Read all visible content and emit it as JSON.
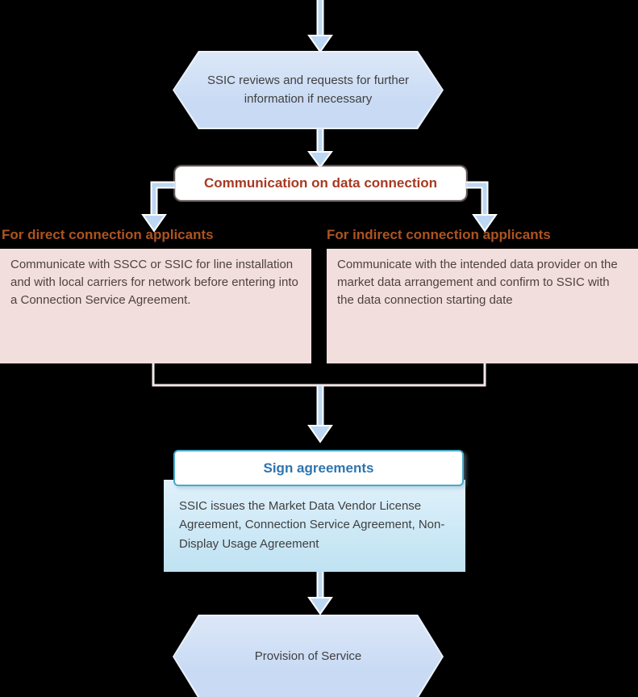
{
  "flow": {
    "review_hexagon": {
      "text": "SSIC reviews and requests for further information if necessary"
    },
    "communication": {
      "title": "Communication on data connection"
    },
    "direct": {
      "header": "For direct connection applicants",
      "body": "Communicate with SSCC or SSIC for line installation and with local carriers for network before entering into a Connection Service Agreement."
    },
    "indirect": {
      "header": "For indirect connection applicants",
      "body": "Communicate with the intended data provider on the market data arrangement and confirm to SSIC with the data connection starting date"
    },
    "sign": {
      "title": "Sign agreements",
      "body": "SSIC issues the Market Data Vendor License Agreement, Connection Service Agreement, Non-Display Usage Agreement"
    },
    "provision_hexagon": {
      "text": "Provision of Service"
    }
  },
  "colors": {
    "background": "#000000",
    "hexagon_fill": "#c9dbf4",
    "arrow_fill": "#bcd7f3",
    "arrow_outline": "#ffffff",
    "communication_title": "#a73a22",
    "branch_header": "#ad5420",
    "branch_box_fill": "#f2dedd",
    "sign_title": "#2e74ae",
    "sign_border": "#4aa9c9",
    "sign_body_fill": "#cfe9f7",
    "connector": "#f3e8e7"
  }
}
